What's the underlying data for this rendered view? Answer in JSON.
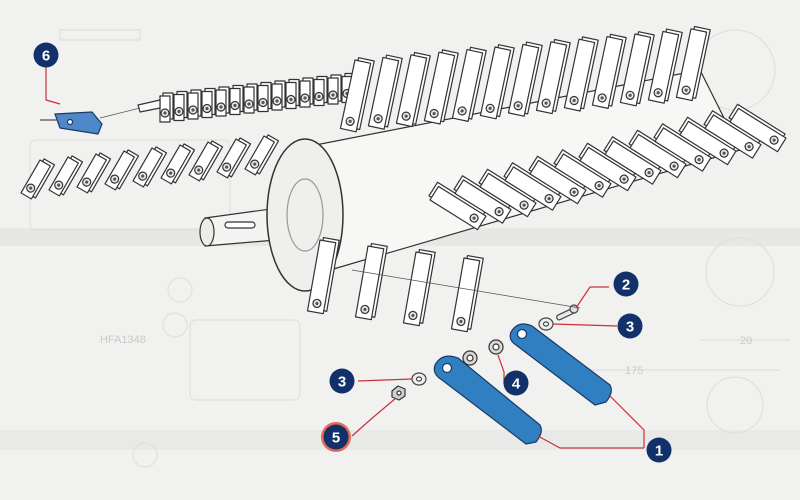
{
  "colors": {
    "background": "#f1f1ef",
    "callout_fill": "#12306a",
    "highlight_ring": "#e46a55",
    "leader_line": "#c8323a",
    "part_fill": "#2f7fc1",
    "drawing_line": "#333333"
  },
  "callouts": [
    {
      "id": "c6",
      "number": "6",
      "highlighted": false
    },
    {
      "id": "c2",
      "number": "2",
      "highlighted": false
    },
    {
      "id": "c3a",
      "number": "3",
      "highlighted": false
    },
    {
      "id": "c4",
      "number": "4",
      "highlighted": false
    },
    {
      "id": "c3b",
      "number": "3",
      "highlighted": false
    },
    {
      "id": "c5",
      "number": "5",
      "highlighted": true
    },
    {
      "id": "c1",
      "number": "1",
      "highlighted": false
    }
  ],
  "background_labels": {
    "code_left": "HFA1348",
    "dim_20": "20",
    "dim_175": "175"
  }
}
